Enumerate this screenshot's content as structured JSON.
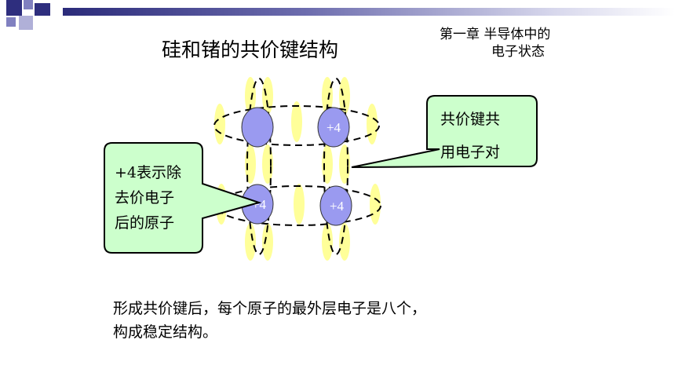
{
  "title": "硅和锗的共价键结构",
  "chapter": {
    "line1": "第一章 半导体中的",
    "line2": "电子状态"
  },
  "atoms": [
    {
      "label": ""
    },
    {
      "label": "+4"
    },
    {
      "label": "+4"
    },
    {
      "label": "+4"
    }
  ],
  "callout_left": {
    "lines": [
      "+4表示除",
      "去价电子",
      "后的原子"
    ]
  },
  "callout_right": {
    "lines": [
      "共价键共",
      "用电子对"
    ]
  },
  "caption": {
    "lines": [
      "形成共价键后，每个原子的最外层电子是八个，",
      "构成稳定结构。"
    ]
  },
  "colors": {
    "atom": "#9a9af0",
    "bond": "#ffff99",
    "callout_bg": "#ccffcc",
    "dash": "#000000"
  }
}
